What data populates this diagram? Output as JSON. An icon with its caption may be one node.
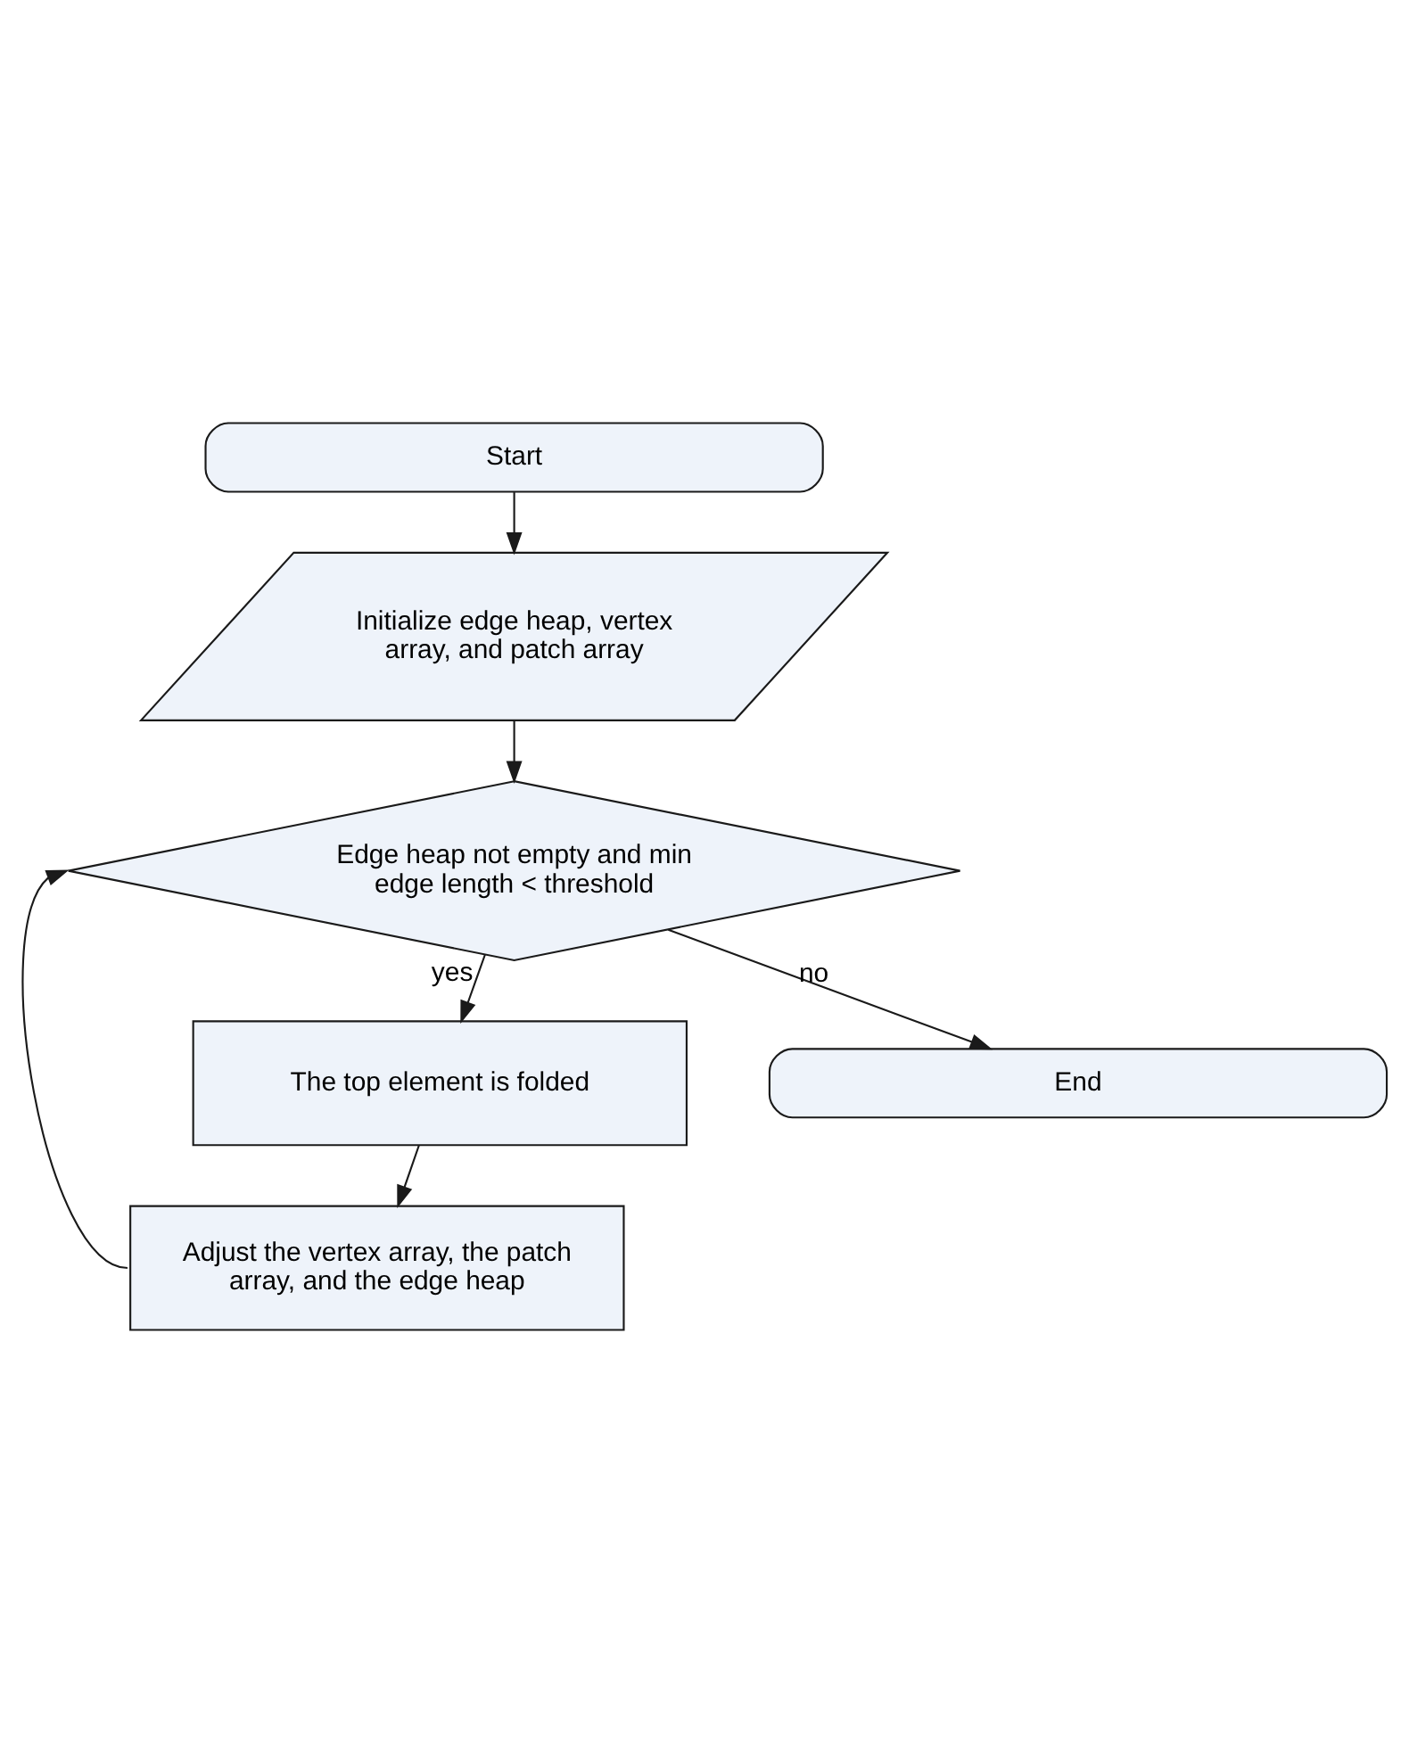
{
  "diagram": {
    "nodes": [
      {
        "text": [
          "Start"
        ]
      },
      {
        "text": [
          "Initialize edge heap, vertex array, and patch array"
        ]
      },
      {
        "text": [
          "Edge heap not empty and min edge length < threshold"
        ]
      },
      {
        "text": [
          "The top element is folded"
        ]
      },
      {
        "text": [
          "Adjust the vertex array, the patch array, and the edge heap"
        ]
      },
      {
        "text": [
          "End"
        ]
      }
    ],
    "edges": [
      {
        "from": 0,
        "to": 1,
        "arrow": "to"
      },
      {
        "from": 1,
        "to": 2,
        "arrow": "to"
      },
      {
        "from": 2,
        "to": 3,
        "arrow": "to",
        "label": "yes"
      },
      {
        "from": 3,
        "to": 4,
        "arrow": "to"
      },
      {
        "from": 4,
        "to": 2,
        "arrow": "to"
      },
      {
        "from": 2,
        "to": 5,
        "arrow": "to",
        "label": "no"
      }
    ]
  }
}
